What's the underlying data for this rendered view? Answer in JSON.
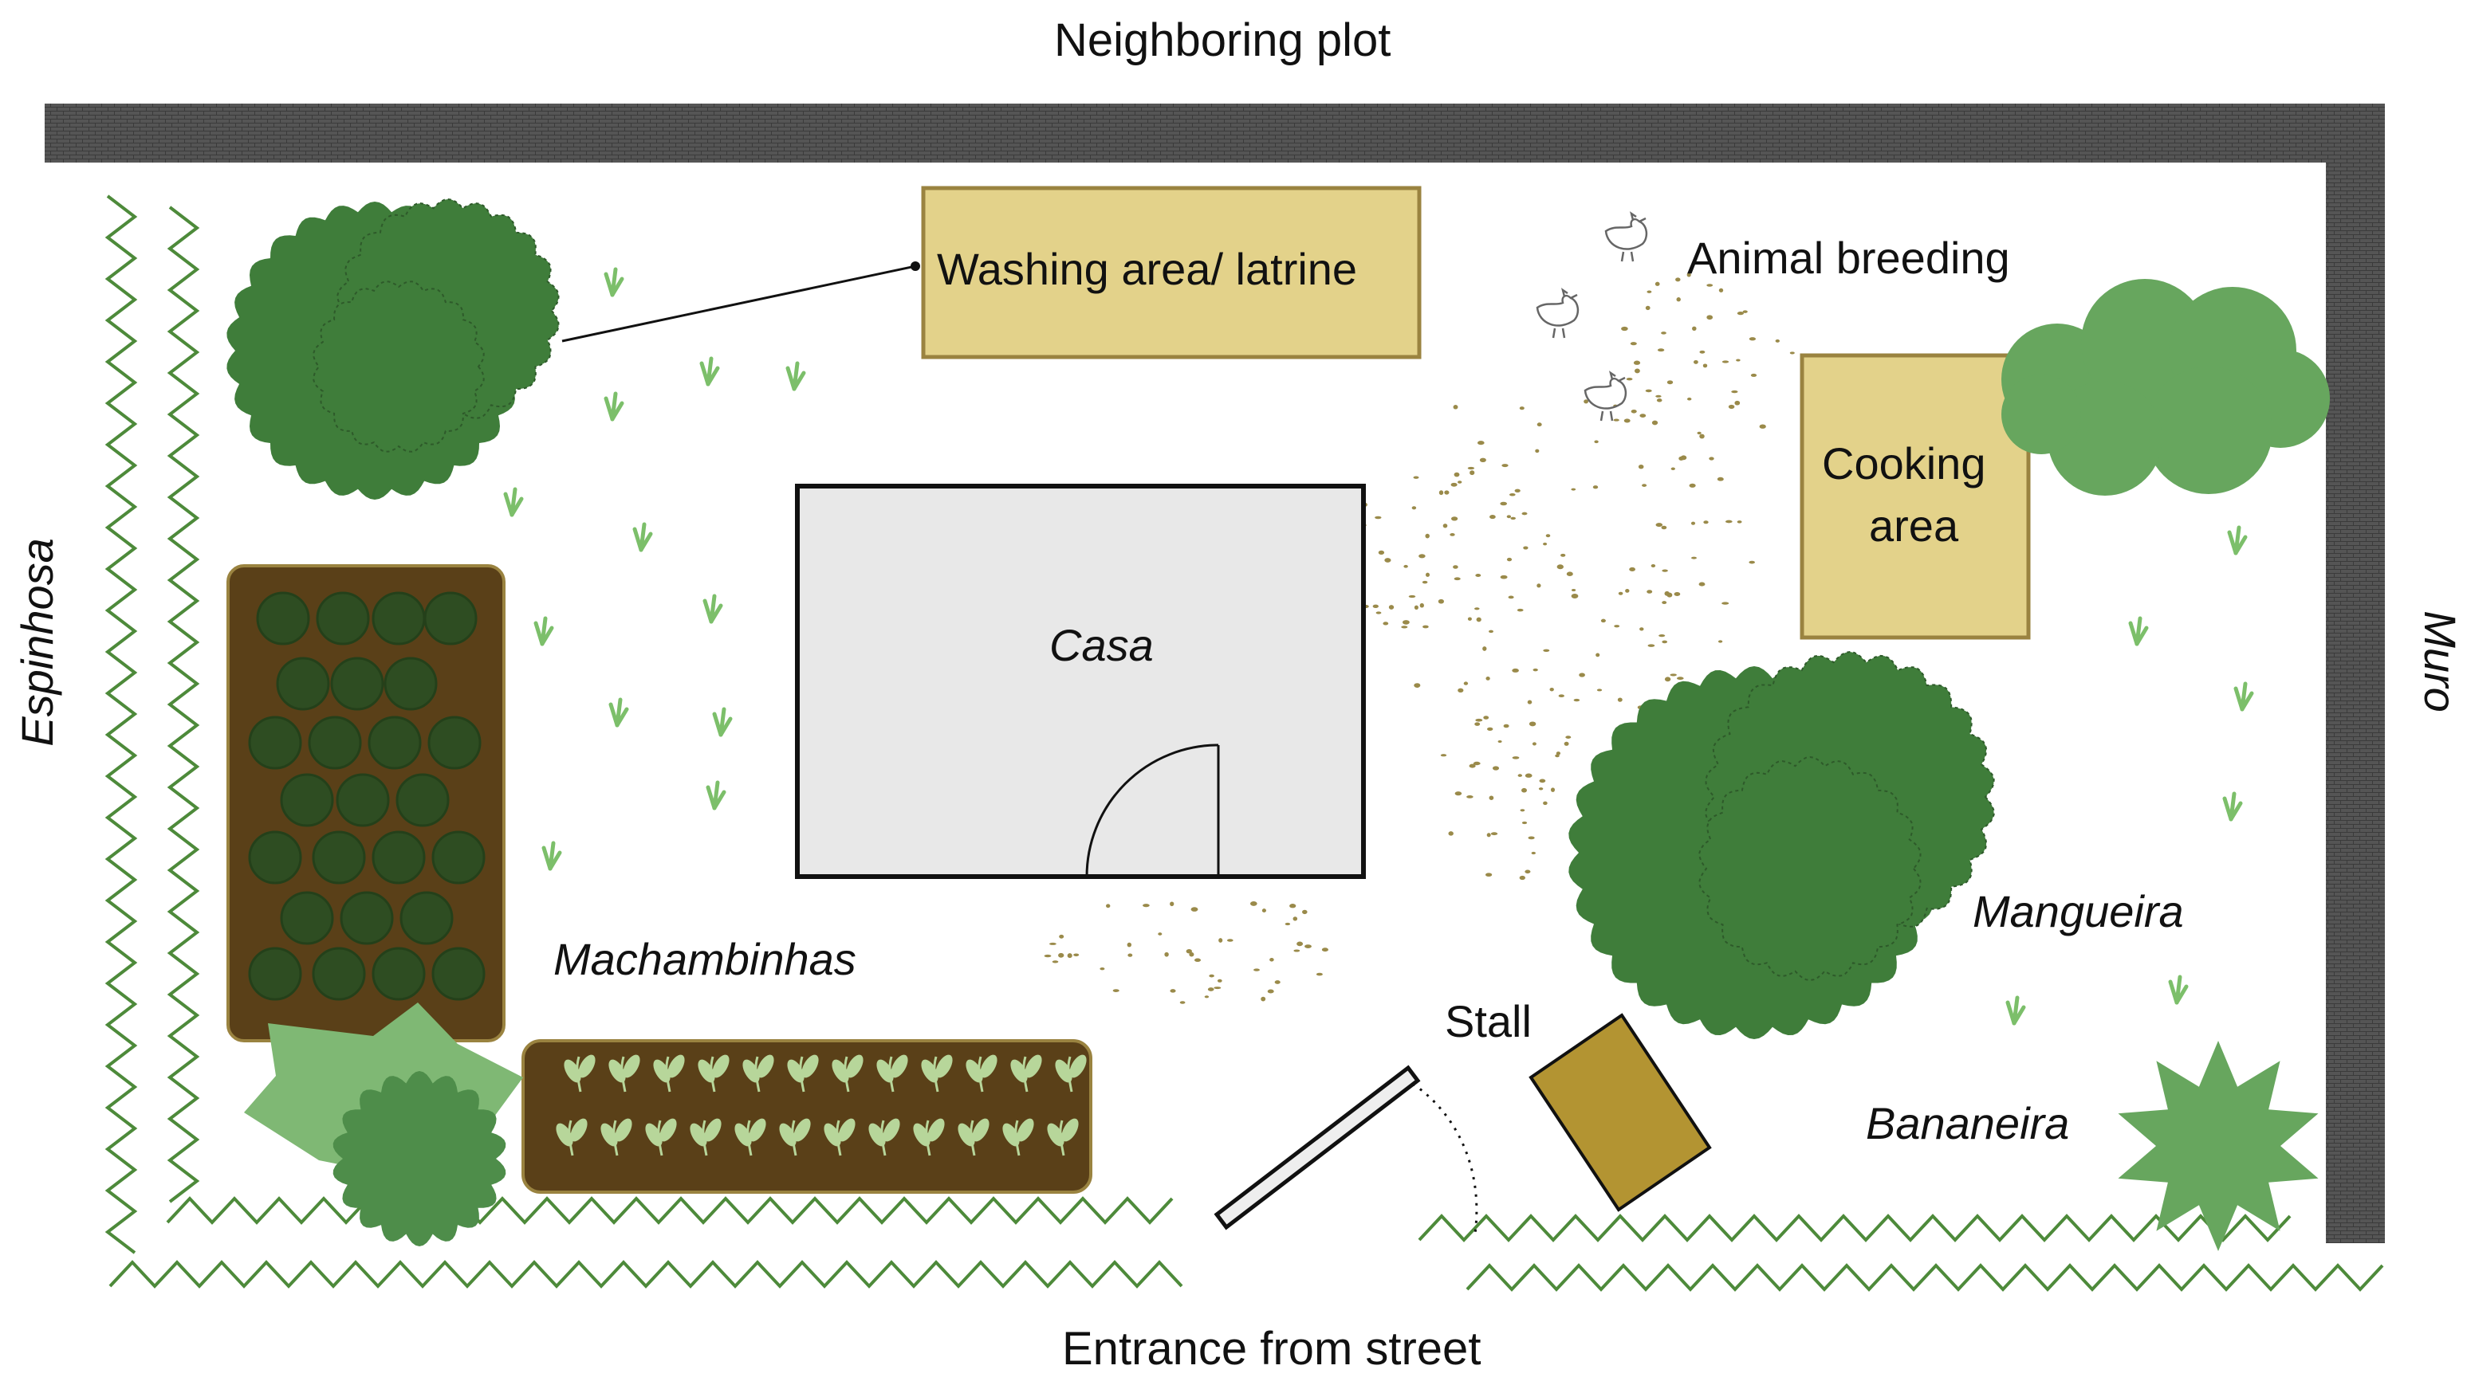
{
  "labels": {
    "top": "Neighboring plot",
    "bottom": "Entrance from street",
    "left": "Espinhosa",
    "right": "Muro",
    "washing": "Washing area/ latrine",
    "animal": "Animal breeding",
    "cooking_line1": "Cooking",
    "cooking_line2": "area",
    "casa": "Casa",
    "machambinhas": "Machambinhas",
    "mangueira": "Mangueira",
    "stall": "Stall",
    "bananeira": "Bananeira"
  },
  "colors": {
    "wall": "#3a3a3a",
    "hedge": "#4d8a3a",
    "tree_dark": "#3f7d3a",
    "tree_mid": "#4e8d4a",
    "tree_light": "#67a65e",
    "structure_fill": "#e3d28a",
    "structure_border": "#9a8340",
    "house_fill": "#e8e8e8",
    "garden_soil": "#5a4018",
    "stall_fill": "#b39432",
    "grass": "#7cbf6a",
    "dirt_dots": "#9a8a4a"
  },
  "icons": {
    "chickens": "chicken-icon",
    "grass": "grass-tuft-icon",
    "door": "door-swing-icon",
    "gate": "gate-icon"
  }
}
